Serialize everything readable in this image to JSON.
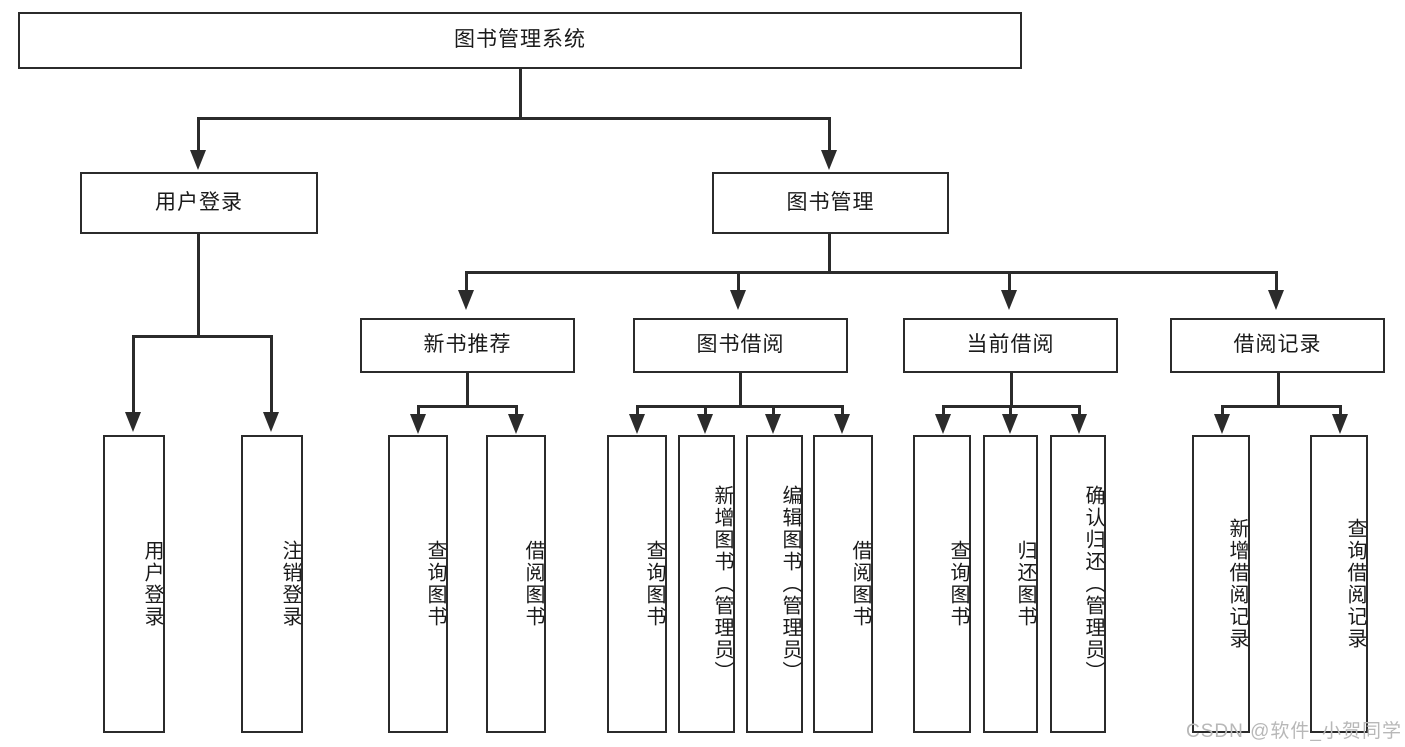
{
  "diagram": {
    "title": "图书管理系统",
    "type": "hierarchy-tree",
    "root": {
      "id": "root",
      "label": "图书管理系统"
    },
    "level2": [
      {
        "id": "user-login",
        "label": "用户登录"
      },
      {
        "id": "book-manage",
        "label": "图书管理"
      }
    ],
    "level3": [
      {
        "id": "new-book-rec",
        "label": "新书推荐",
        "parent": "book-manage"
      },
      {
        "id": "book-borrow",
        "label": "图书借阅",
        "parent": "book-manage"
      },
      {
        "id": "current-borrow",
        "label": "当前借阅",
        "parent": "book-manage"
      },
      {
        "id": "borrow-record",
        "label": "借阅记录",
        "parent": "book-manage"
      }
    ],
    "leaves": {
      "user-login": [
        {
          "id": "leaf-user-login",
          "label": "用户登录"
        },
        {
          "id": "leaf-logout-login",
          "label": "注销登录"
        }
      ],
      "new-book-rec": [
        {
          "id": "leaf-query-book-1",
          "label": "查询图书"
        },
        {
          "id": "leaf-borrow-book-1",
          "label": "借阅图书"
        }
      ],
      "book-borrow": [
        {
          "id": "leaf-query-book-2",
          "label": "查询图书"
        },
        {
          "id": "leaf-add-book",
          "label": "新增图书（管理员）"
        },
        {
          "id": "leaf-edit-book",
          "label": "编辑图书（管理员）"
        },
        {
          "id": "leaf-borrow-book-2",
          "label": "借阅图书"
        }
      ],
      "current-borrow": [
        {
          "id": "leaf-query-book-3",
          "label": "查询图书"
        },
        {
          "id": "leaf-return-book",
          "label": "归还图书"
        },
        {
          "id": "leaf-confirm-return",
          "label": "确认归还（管理员）"
        }
      ],
      "borrow-record": [
        {
          "id": "leaf-add-record",
          "label": "新增借阅记录"
        },
        {
          "id": "leaf-query-record",
          "label": "查询借阅记录"
        }
      ]
    },
    "watermark": "CSDN @软件_小贺同学",
    "colors": {
      "stroke": "#2b2b2b",
      "fill": "#ffffff",
      "text": "#1a1a1a",
      "watermark": "#b8b8b8"
    }
  }
}
